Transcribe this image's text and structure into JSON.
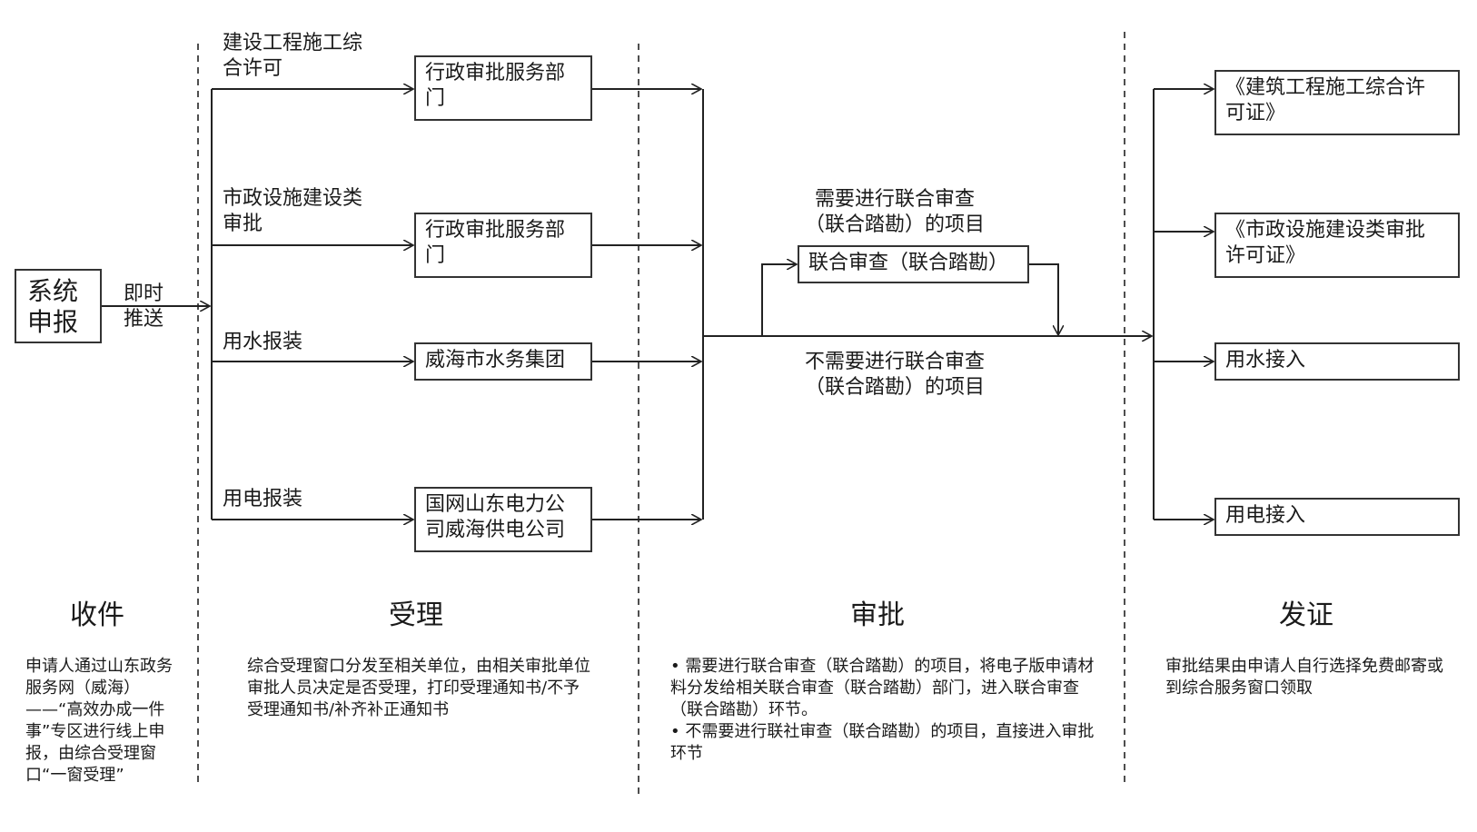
{
  "source_box": "系统\n申报",
  "push_label": "即时\n推送",
  "branches": [
    {
      "label": "建设工程施工综\n合许可",
      "dept": "行政审批服务部\n门"
    },
    {
      "label": "市政设施建设类\n审批",
      "dept": "行政审批服务部\n门"
    },
    {
      "label": "用水报装",
      "dept": "威海市水务集团"
    },
    {
      "label": "用电报装",
      "dept": "国网山东电力公\n司威海供电公司"
    }
  ],
  "approval": {
    "joint_needed_label": "需要进行联合审查\n（联合踏勘）的项目",
    "joint_box": "联合审查（联合踏勘）",
    "joint_not_needed_label": "不需要进行联合审查\n（联合踏勘）的项目"
  },
  "outputs": [
    "《建筑工程施工综合许\n可证》",
    "《市政设施建设类审批\n许可证》",
    "用水接入",
    "用电接入"
  ],
  "stages": {
    "receive": {
      "title": "收件",
      "desc": "申请人通过山东政务服务网（威海）——“高效办成一件事”专区进行线上申报，由综合受理窗口“一窗受理”"
    },
    "accept": {
      "title": "受理",
      "desc": "综合受理窗口分发至相关单位，由相关审批单位审批人员决定是否受理，打印受理通知书/不予受理通知书/补齐补正通知书"
    },
    "approve": {
      "title": "审批",
      "desc_1": "• 需要进行联合审查（联合踏勘）的项目，将电子版申请材料分发给相关联合审查（联合踏勘）部门，进入联合审查（联合踏勘）环节。",
      "desc_2": "• 不需要进行联社审查（联合踏勘）的项目，直接进入审批环节"
    },
    "issue": {
      "title": "发证",
      "desc": "审批结果由申请人自行选择免费邮寄或到综合服务窗口领取"
    }
  }
}
